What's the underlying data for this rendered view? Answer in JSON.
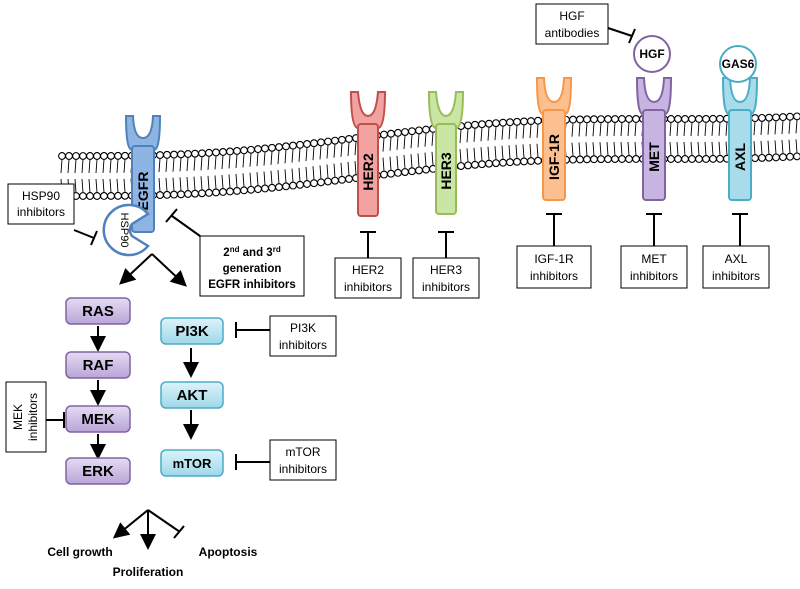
{
  "receptors": [
    {
      "id": "egfr",
      "label": "EGFR",
      "color": "#8db4e2",
      "stroke": "#4f81bd",
      "ligand": ""
    },
    {
      "id": "her2",
      "label": "HER2",
      "color": "#f2a2a0",
      "stroke": "#c0504d",
      "ligand": ""
    },
    {
      "id": "her3",
      "label": "HER3",
      "color": "#c9e6a4",
      "stroke": "#9bbb59",
      "ligand": ""
    },
    {
      "id": "igf1r",
      "label": "IGF-1R",
      "color": "#fbc08e",
      "stroke": "#f79646",
      "ligand": ""
    },
    {
      "id": "met",
      "label": "MET",
      "color": "#c7b4e0",
      "stroke": "#8064a2",
      "ligand": "HGF"
    },
    {
      "id": "axl",
      "label": "AXL",
      "color": "#a9dcea",
      "stroke": "#4bacc6",
      "ligand": "GAS6"
    }
  ],
  "hsp90": {
    "label": "HSP90",
    "color": "#ffffff",
    "stroke": "#4f81bd"
  },
  "inhibitor_boxes": {
    "hsp90": [
      "HSP90",
      "inhibitors"
    ],
    "egfr_gen": [
      "2nd and 3rd",
      "generation",
      "EGFR inhibitors"
    ],
    "egfr_gen_sup1": "nd",
    "egfr_gen_sup2": "rd",
    "her2": [
      "HER2",
      "inhibitors"
    ],
    "her3": [
      "HER3",
      "inhibitors"
    ],
    "igf1r": [
      "IGF-1R",
      "inhibitors"
    ],
    "met": [
      "MET",
      "inhibitors"
    ],
    "axl": [
      "AXL",
      "inhibitors"
    ],
    "hgf_ab": [
      "HGF",
      "antibodies"
    ],
    "pi3k": [
      "PI3K",
      "inhibitors"
    ],
    "mtor": [
      "mTOR",
      "inhibitors"
    ],
    "mek": [
      "MEK",
      "inhibitors"
    ]
  },
  "mapk_pathway": [
    "RAS",
    "RAF",
    "MEK",
    "ERK"
  ],
  "pi3k_pathway": [
    "PI3K",
    "AKT",
    "mTOR"
  ],
  "outcomes": [
    "Cell growth",
    "Proliferation",
    "Apoptosis"
  ],
  "colors": {
    "mapk_fill": "#c9b8e3",
    "mapk_stroke": "#8064a2",
    "pi3k_fill": "#b6e3f0",
    "pi3k_stroke": "#4bacc6",
    "membrane": "#000000"
  }
}
